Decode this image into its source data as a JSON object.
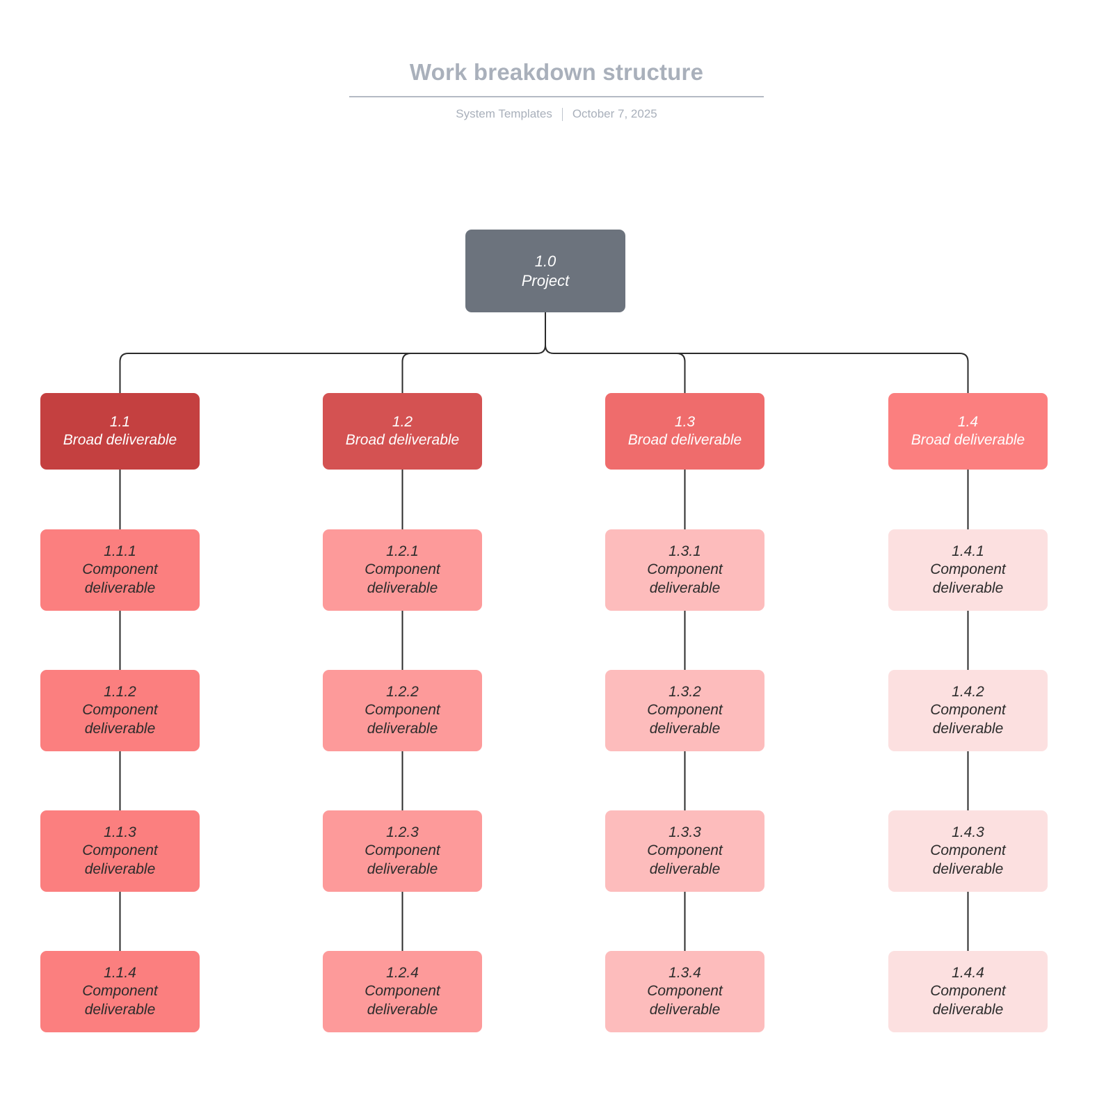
{
  "header": {
    "title": "Work breakdown structure",
    "source": "System Templates",
    "date": "October 7, 2025"
  },
  "colors": {
    "background": "#ffffff",
    "title_text": "#a9b0bb",
    "rule": "#b4bac4",
    "connector": "#2b2b2b",
    "root_fill": "#6c737d",
    "level1_fills": [
      "#c44040",
      "#d45252",
      "#ef6c6c",
      "#fb7f7f"
    ],
    "level2_fills": [
      "#fb7f7f",
      "#fd9a9a",
      "#fdbcbc",
      "#fce0e0"
    ],
    "light_text": "#ffffff",
    "dark_text": "#2b2b2b"
  },
  "diagram": {
    "type": "work-breakdown-structure",
    "root": {
      "number": "1.0",
      "label": "Project"
    },
    "branches": [
      {
        "number": "1.1",
        "label": "Broad deliverable",
        "children": [
          {
            "number": "1.1.1",
            "label": "Component deliverable"
          },
          {
            "number": "1.1.2",
            "label": "Component deliverable"
          },
          {
            "number": "1.1.3",
            "label": "Component deliverable"
          },
          {
            "number": "1.1.4",
            "label": "Component deliverable"
          }
        ]
      },
      {
        "number": "1.2",
        "label": "Broad deliverable",
        "children": [
          {
            "number": "1.2.1",
            "label": "Component deliverable"
          },
          {
            "number": "1.2.2",
            "label": "Component deliverable"
          },
          {
            "number": "1.2.3",
            "label": "Component deliverable"
          },
          {
            "number": "1.2.4",
            "label": "Component deliverable"
          }
        ]
      },
      {
        "number": "1.3",
        "label": "Broad deliverable",
        "children": [
          {
            "number": "1.3.1",
            "label": "Component deliverable"
          },
          {
            "number": "1.3.2",
            "label": "Component deliverable"
          },
          {
            "number": "1.3.3",
            "label": "Component deliverable"
          },
          {
            "number": "1.3.4",
            "label": "Component deliverable"
          }
        ]
      },
      {
        "number": "1.4",
        "label": "Broad deliverable",
        "children": [
          {
            "number": "1.4.1",
            "label": "Component deliverable"
          },
          {
            "number": "1.4.2",
            "label": "Component deliverable"
          },
          {
            "number": "1.4.3",
            "label": "Component deliverable"
          },
          {
            "number": "1.4.4",
            "label": "Component deliverable"
          }
        ]
      }
    ]
  }
}
